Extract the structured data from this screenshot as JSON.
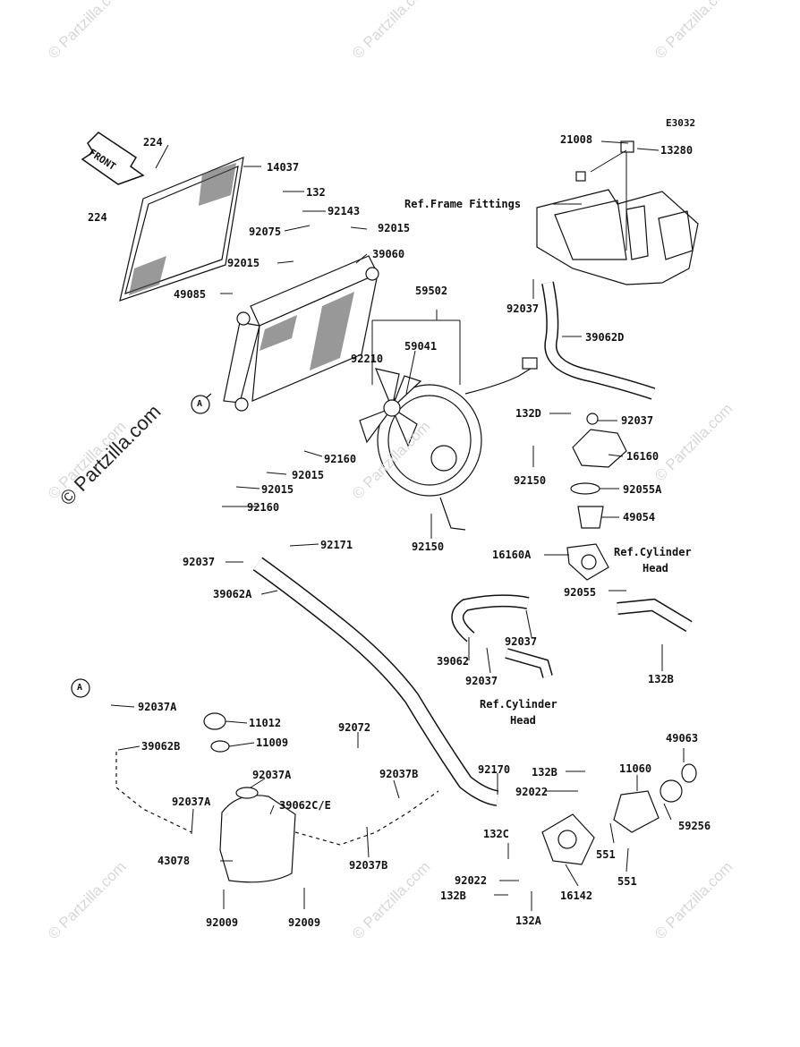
{
  "diagram_code": "E3032",
  "front_label": "FRONT",
  "watermark": {
    "small": "© Partzilla.com",
    "large": "© Partzilla.com"
  },
  "callout_a": "A",
  "refs": {
    "frame_fittings": "Ref.Frame Fittings",
    "cyl_head_1_l1": "Ref.Cylinder",
    "cyl_head_1_l2": "Head",
    "cyl_head_2_l1": "Ref.Cylinder",
    "cyl_head_2_l2": "Head"
  },
  "parts": [
    "224",
    "14037",
    "132",
    "92143",
    "224",
    "92075",
    "92015",
    "92015",
    "39060",
    "49085",
    "59502",
    "59041",
    "92210",
    "92160",
    "92015",
    "92015",
    "92160",
    "92150",
    "92150",
    "92171",
    "92037",
    "39062A",
    "21008",
    "13280",
    "92037",
    "39062D",
    "132D",
    "92037",
    "16160",
    "92055A",
    "49054",
    "16160A",
    "92055",
    "39062",
    "92037",
    "92037",
    "132B",
    "92037A",
    "39062B",
    "11012",
    "11009",
    "92072",
    "92037A",
    "92037B",
    "92037A",
    "39062C/E",
    "43078",
    "92037B",
    "92009",
    "92009",
    "92170",
    "132B",
    "92022",
    "11060",
    "49063",
    "59256",
    "132C",
    "551",
    "551",
    "92022",
    "16142",
    "132B",
    "132A"
  ]
}
